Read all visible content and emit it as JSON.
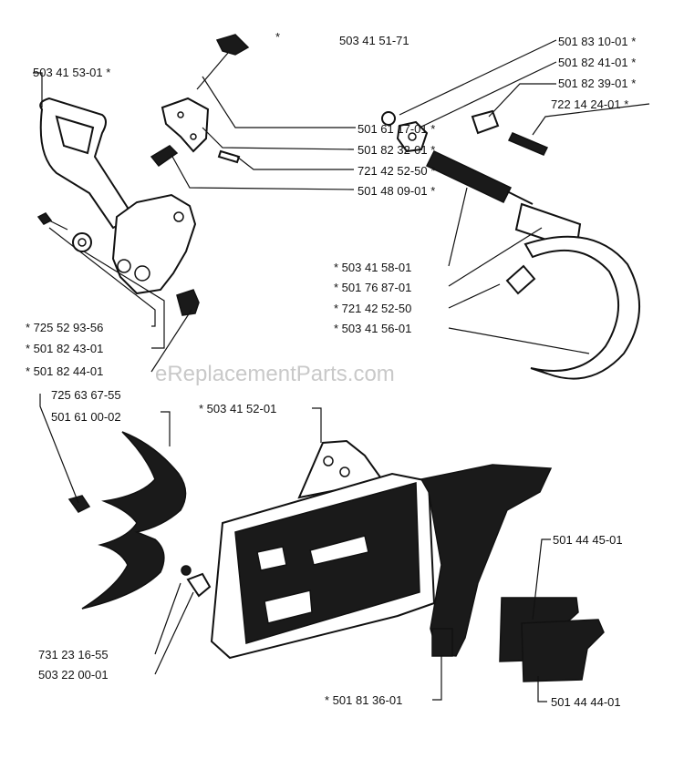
{
  "labels": {
    "assembly": "503 41 51-71",
    "top_star": "*",
    "handle": "503 41 53-01 *",
    "p_501_61_17": "501 61 17-01 *",
    "p_501_82_32": "501 82 32-01 *",
    "p_721_42_52_top": "721 42 52-50 *",
    "p_501_48_09": "501 48 09-01 *",
    "p_501_83_10": "501 83 10-01 *",
    "p_501_82_41": "501 82 41-01 *",
    "p_501_82_39": "501 82 39-01 *",
    "p_722_14_24": "722 14 24-01 *",
    "p_503_41_58": "* 503 41 58-01",
    "p_501_76_87": "* 501 76 87-01",
    "p_721_42_52_mid": "* 721 42 52-50",
    "p_503_41_56": "* 503 41 56-01",
    "p_725_52_93": "* 725 52 93-56",
    "p_501_82_43": "* 501 82 43-01",
    "p_501_82_44": "* 501 82 44-01",
    "p_725_63_67": "725 63 67-55",
    "p_501_61_00": "501 61 00-02",
    "p_503_41_52": "* 503 41 52-01",
    "p_501_44_45": "501 44 45-01",
    "p_731_23_16": "731 23 16-55",
    "p_503_22_00": "503 22 00-01",
    "p_501_81_36": "* 501 81 36-01",
    "p_501_44_44": "501 44 44-01"
  },
  "watermark": "eReplacementParts.com"
}
